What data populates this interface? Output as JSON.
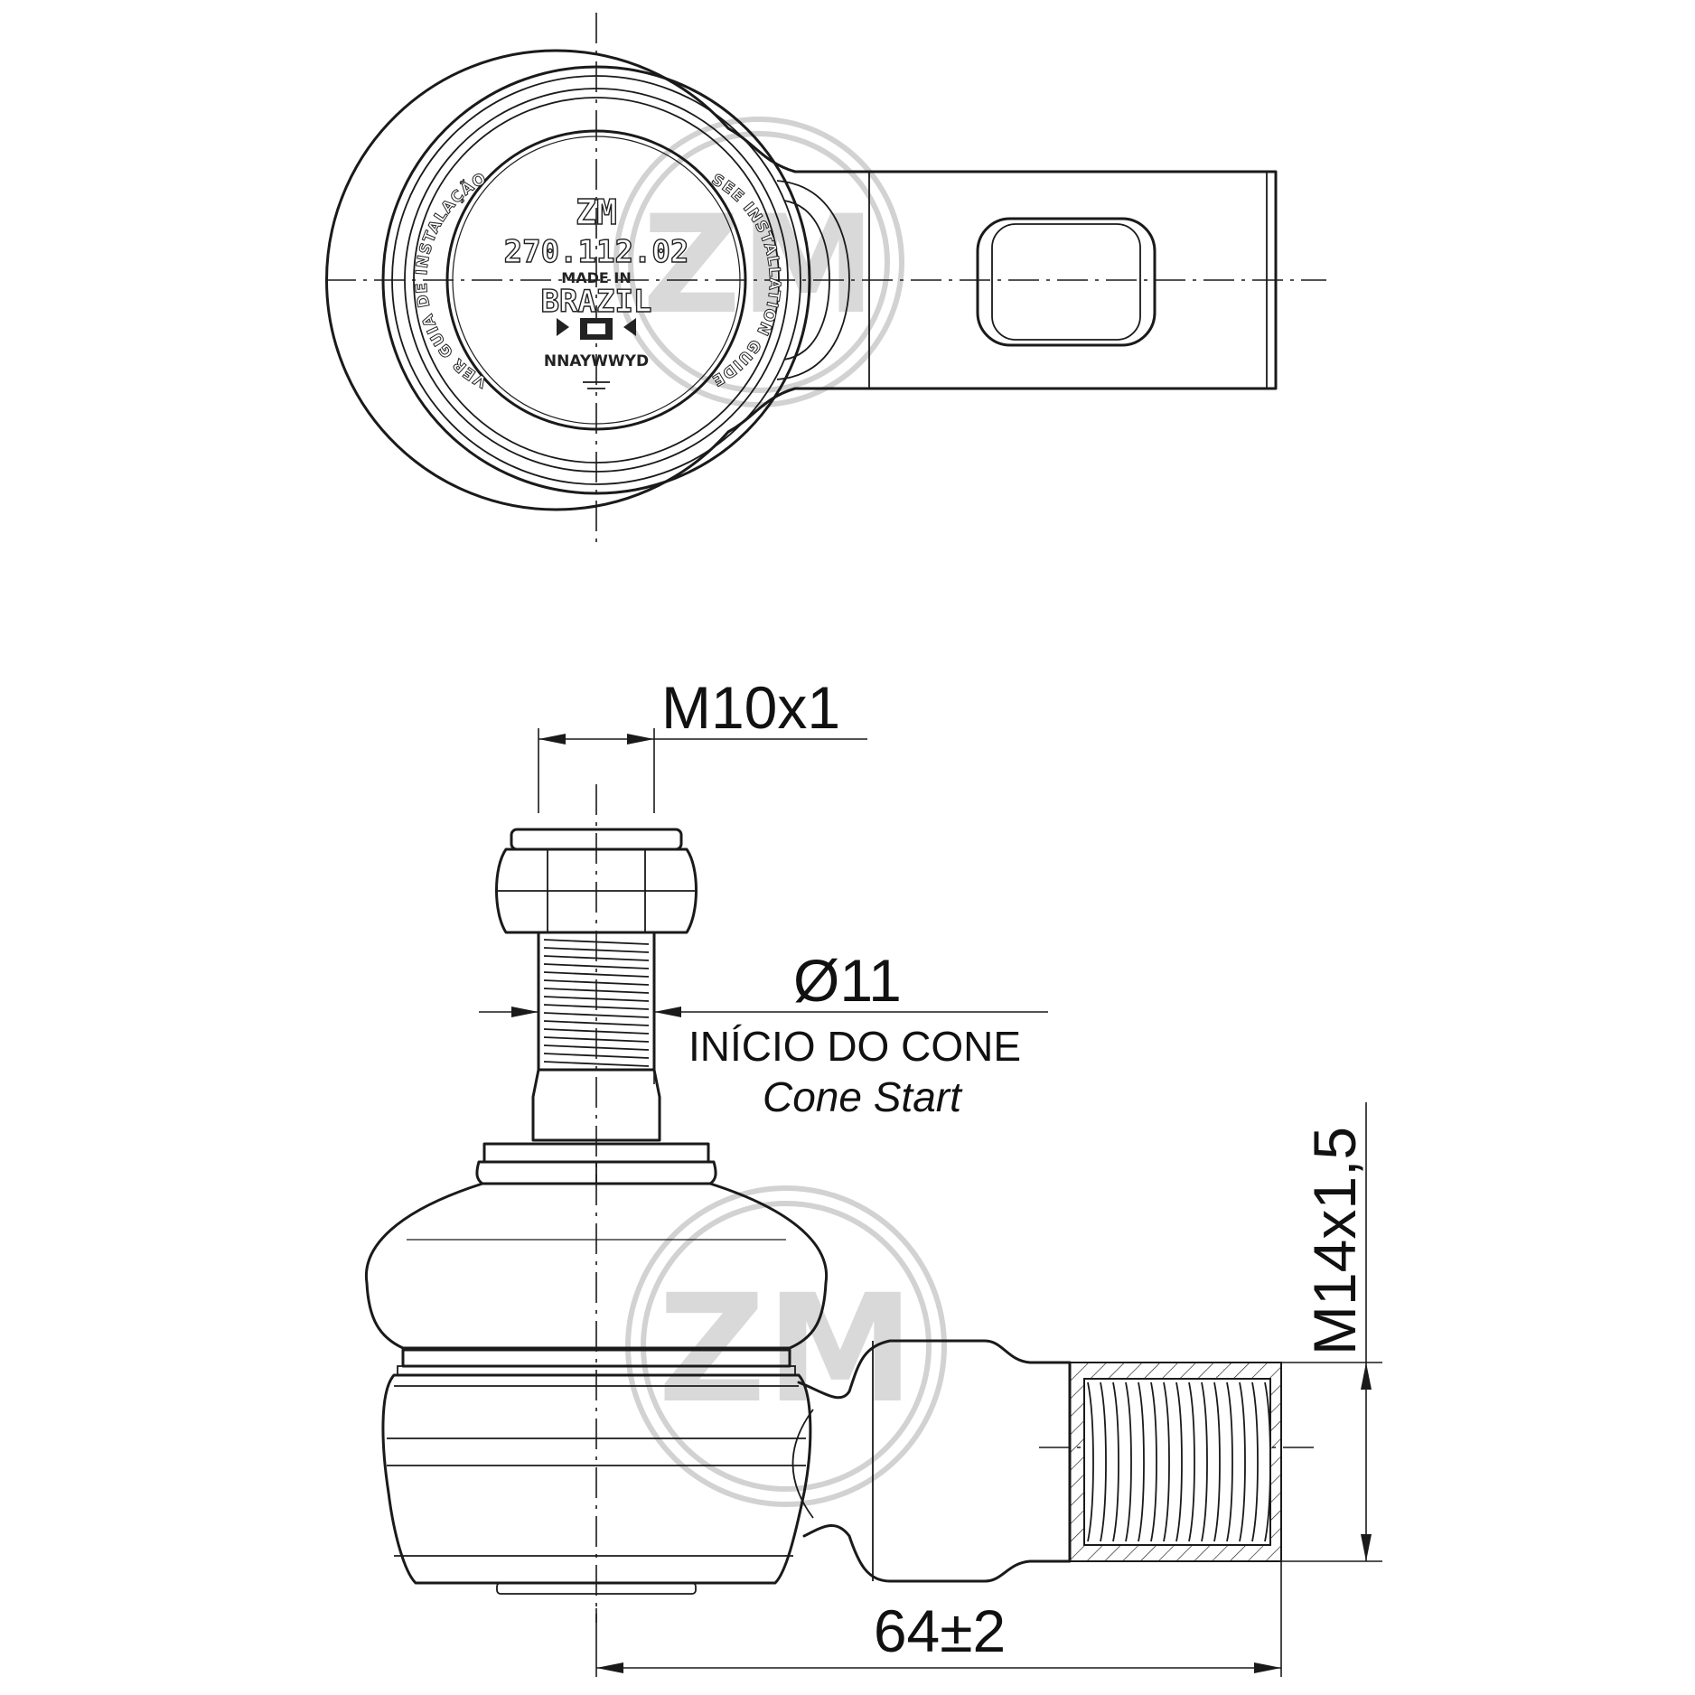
{
  "top_view": {
    "marking": {
      "brand": "ZM",
      "part_number": "270.112.02",
      "made_in": "MADE IN",
      "country": "BRAZIL",
      "date_code": "NNAYWWYD",
      "ring_left": "VER GUIA DE INSTALAÇÃO",
      "ring_right": "SEE INSTALLATION GUIDE"
    }
  },
  "side_view": {
    "dim_stud_thread": "M10x1",
    "dim_cone_diameter": "Ø11",
    "note_pt": "INÍCIO DO CONE",
    "note_en": "Cone Start",
    "dim_body_thread": "M14x1,5",
    "dim_length": "64±2"
  },
  "watermark": "ZM"
}
